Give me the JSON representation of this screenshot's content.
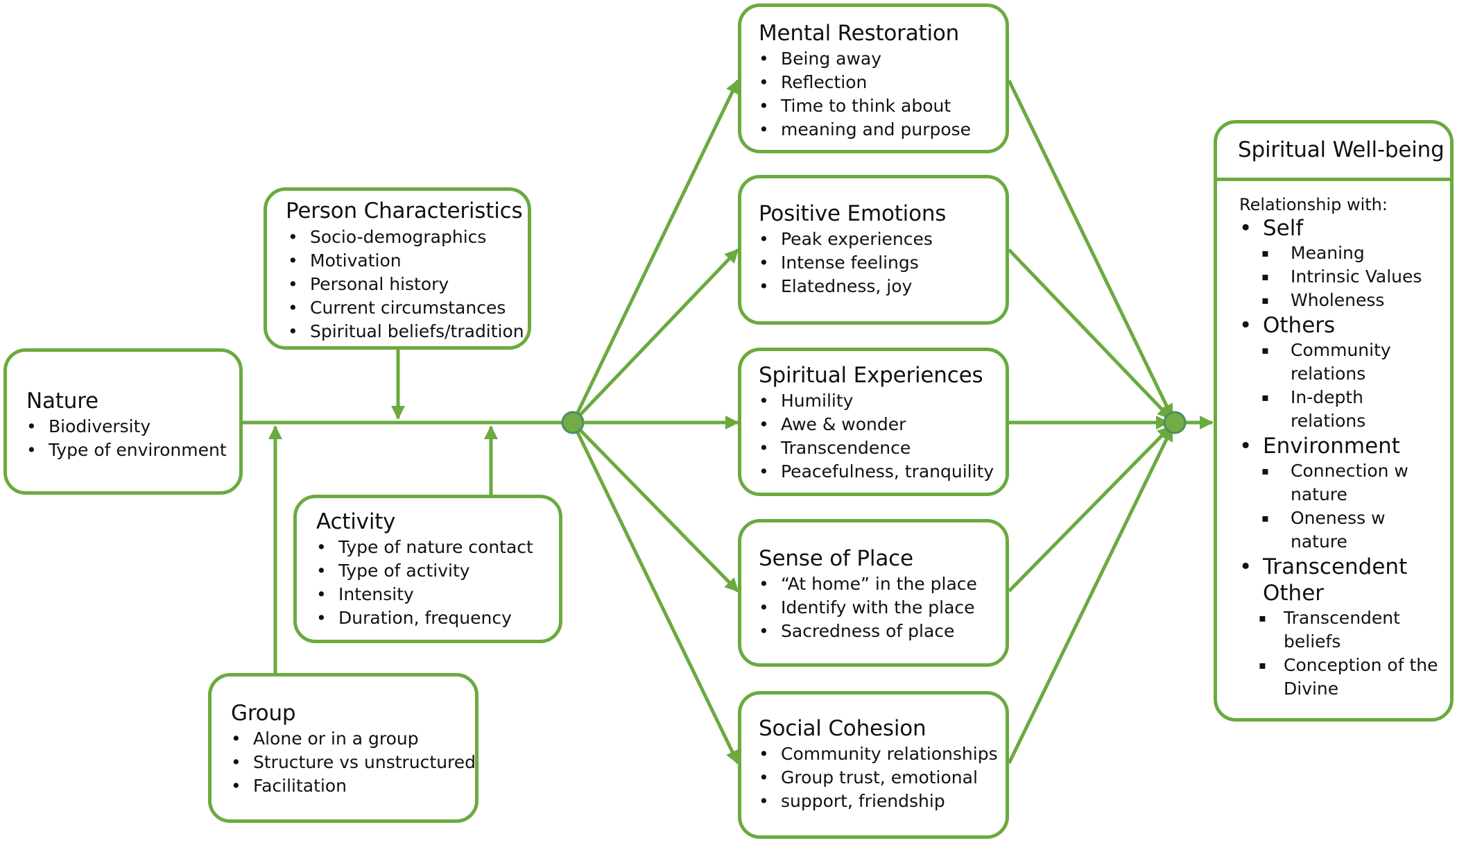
{
  "colors": {
    "accent": "#6aaa3f",
    "node_fill": "#70ad47",
    "node_stroke": "#4e8c63"
  },
  "nature": {
    "title": "Nature",
    "items": [
      "Biodiversity",
      "Type of environment"
    ]
  },
  "person": {
    "title": "Person Characteristics",
    "items": [
      "Socio-demographics",
      "Motivation",
      "Personal history",
      "Current circumstances",
      "Spiritual beliefs/tradition"
    ]
  },
  "activity": {
    "title": "Activity",
    "items": [
      "Type of nature contact",
      "Type of activity",
      "Intensity",
      "Duration, frequency"
    ]
  },
  "group": {
    "title": "Group",
    "items": [
      "Alone or in a group",
      "Structure  vs unstructured",
      "Facilitation"
    ]
  },
  "mental": {
    "title": "Mental Restoration",
    "items": [
      "Being away",
      "Reflection",
      "Time to think about",
      "meaning and purpose"
    ]
  },
  "positive": {
    "title": "Positive Emotions",
    "items": [
      "Peak experiences",
      "Intense feelings",
      "Elatedness, joy"
    ]
  },
  "spiritual_exp": {
    "title": "Spiritual Experiences",
    "items": [
      "Humility",
      "Awe & wonder",
      "Transcendence",
      "Peacefulness, tranquility"
    ]
  },
  "place": {
    "title": "Sense of Place",
    "items": [
      "“At home”  in the place",
      "Identify with the place",
      "Sacredness of place"
    ]
  },
  "social": {
    "title": "Social Cohesion",
    "items": [
      "Community relationships",
      "Group trust,  emotional",
      "support, friendship"
    ]
  },
  "swb": {
    "title": "Spiritual Well-being",
    "relationship_label": "Relationship with:",
    "self": {
      "label": "Self",
      "subs": [
        "Meaning",
        "Intrinsic Values",
        "Wholeness"
      ]
    },
    "others": {
      "label": "Others",
      "subs": [
        "Community",
        "relations",
        "In-depth",
        "relations"
      ]
    },
    "environment": {
      "label": "Environment",
      "subs": [
        "Connection w",
        "nature",
        "Oneness w",
        "nature"
      ]
    },
    "transcendent": {
      "label": "Transcendent",
      "label2": "Other",
      "subs": [
        "Transcendent",
        "beliefs",
        "Conception of the",
        "Divine"
      ]
    }
  }
}
